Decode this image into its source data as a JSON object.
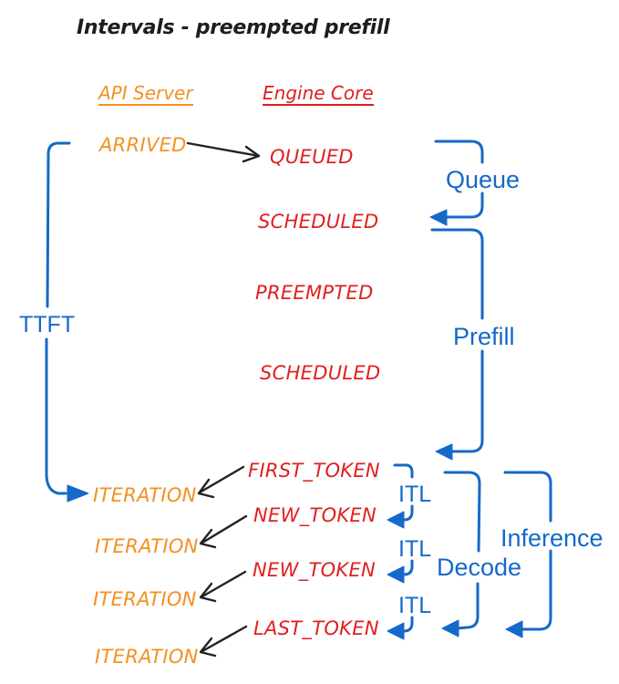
{
  "title": "Intervals - preempted prefill",
  "columns": {
    "api_server": "API Server",
    "engine_core": "Engine Core"
  },
  "api_events": {
    "arrived": "ARRIVED",
    "iterations": [
      "ITERATION",
      "ITERATION",
      "ITERATION",
      "ITERATION"
    ]
  },
  "engine_events": {
    "queued": "QUEUED",
    "scheduled_1": "SCHEDULED",
    "preempted": "PREEMPTED",
    "scheduled_2": "SCHEDULED",
    "first_token": "FIRST_TOKEN",
    "new_token_1": "NEW_TOKEN",
    "new_token_2": "NEW_TOKEN",
    "last_token": "LAST_TOKEN"
  },
  "intervals": {
    "ttft": "TTFT",
    "queue": "Queue",
    "prefill": "Prefill",
    "itl": [
      "ITL",
      "ITL",
      "ITL"
    ],
    "decode": "Decode",
    "inference": "Inference"
  },
  "colors": {
    "blue": "#1569c9",
    "orange": "#f39122",
    "red": "#e01f1f",
    "ink": "#1d1d1d"
  }
}
